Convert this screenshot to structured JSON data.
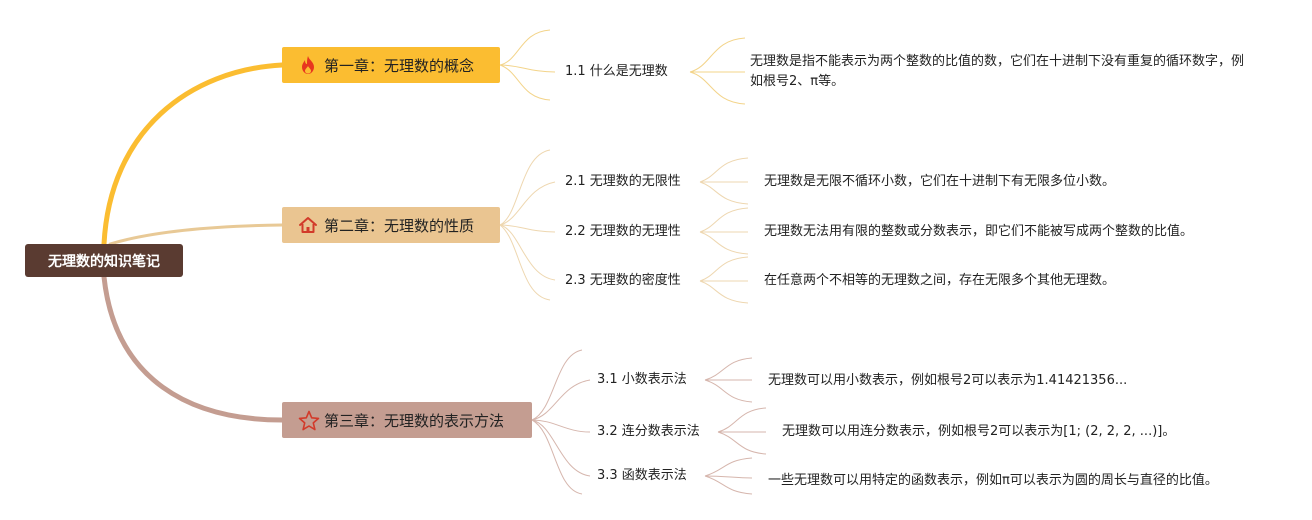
{
  "root": {
    "title": "无理数的知识笔记"
  },
  "chapters": [
    {
      "title": "第一章：无理数的概念",
      "icon": "fire-icon",
      "color": "#fbbd31",
      "topics": [
        {
          "label": "1.1 什么是无理数",
          "detail": "无理数是指不能表示为两个整数的比值的数，它们在十进制下没有重复的循环数字，例如根号2、π等。"
        }
      ]
    },
    {
      "title": "第二章：无理数的性质",
      "icon": "house-icon",
      "color": "#eac591",
      "topics": [
        {
          "label": "2.1 无理数的无限性",
          "detail": "无理数是无限不循环小数，它们在十进制下有无限多位小数。"
        },
        {
          "label": "2.2 无理数的无理性",
          "detail": "无理数无法用有限的整数或分数表示，即它们不能被写成两个整数的比值。"
        },
        {
          "label": "2.3 无理数的密度性",
          "detail": "在任意两个不相等的无理数之间，存在无限多个其他无理数。"
        }
      ]
    },
    {
      "title": "第三章：无理数的表示方法",
      "icon": "star-icon",
      "color": "#c49d91",
      "topics": [
        {
          "label": "3.1 小数表示法",
          "detail": "无理数可以用小数表示，例如根号2可以表示为1.41421356..."
        },
        {
          "label": "3.2 连分数表示法",
          "detail": "无理数可以用连分数表示，例如根号2可以表示为[1; (2, 2, 2, ...)]。"
        },
        {
          "label": "3.3 函数表示法",
          "detail": "一些无理数可以用特定的函数表示，例如π可以表示为圆的周长与直径的比值。"
        }
      ]
    }
  ]
}
